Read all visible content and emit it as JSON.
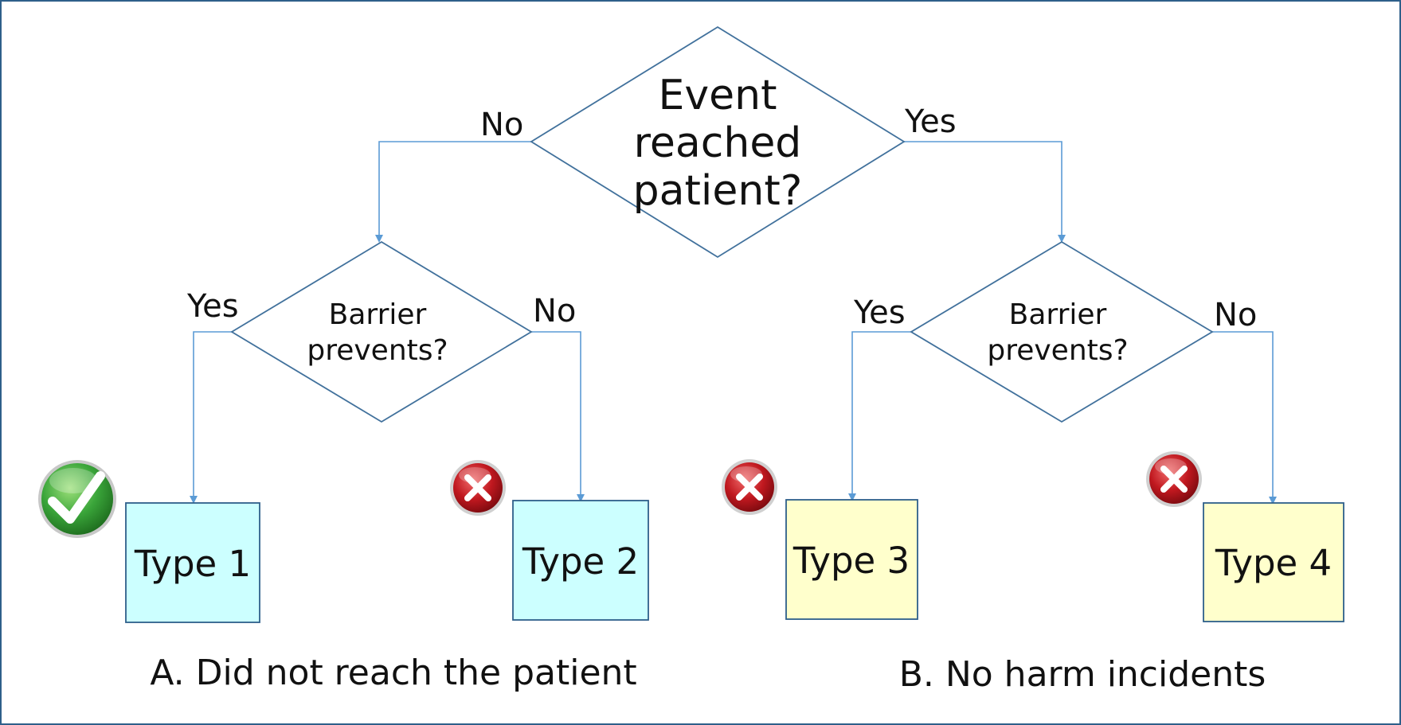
{
  "root_decision": {
    "lines": [
      "Event",
      "reached",
      "patient?"
    ]
  },
  "barrier_left": {
    "lines": [
      "Barrier",
      "prevents?"
    ]
  },
  "barrier_right": {
    "lines": [
      "Barrier",
      "prevents?"
    ]
  },
  "edge_labels": {
    "root_no": "No",
    "root_yes": "Yes",
    "left_yes": "Yes",
    "left_no": "No",
    "right_yes": "Yes",
    "right_no": "No"
  },
  "outcomes": [
    {
      "label": "Type 1",
      "fill": "#ccffff",
      "status_icon": "check-icon"
    },
    {
      "label": "Type 2",
      "fill": "#ccffff",
      "status_icon": "cross-icon"
    },
    {
      "label": "Type 3",
      "fill": "#ffffcc",
      "status_icon": "cross-icon"
    },
    {
      "label": "Type 4",
      "fill": "#ffffcc",
      "status_icon": "cross-icon"
    }
  ],
  "captions": {
    "group_a": "A. Did not reach the patient",
    "group_b": "B. No harm incidents"
  },
  "colors": {
    "frame": "#2e5f8a",
    "connector": "#5b9bd5",
    "diamond_border": "#41719c",
    "check_green": "#3aa53a",
    "cross_red": "#c0181f"
  }
}
